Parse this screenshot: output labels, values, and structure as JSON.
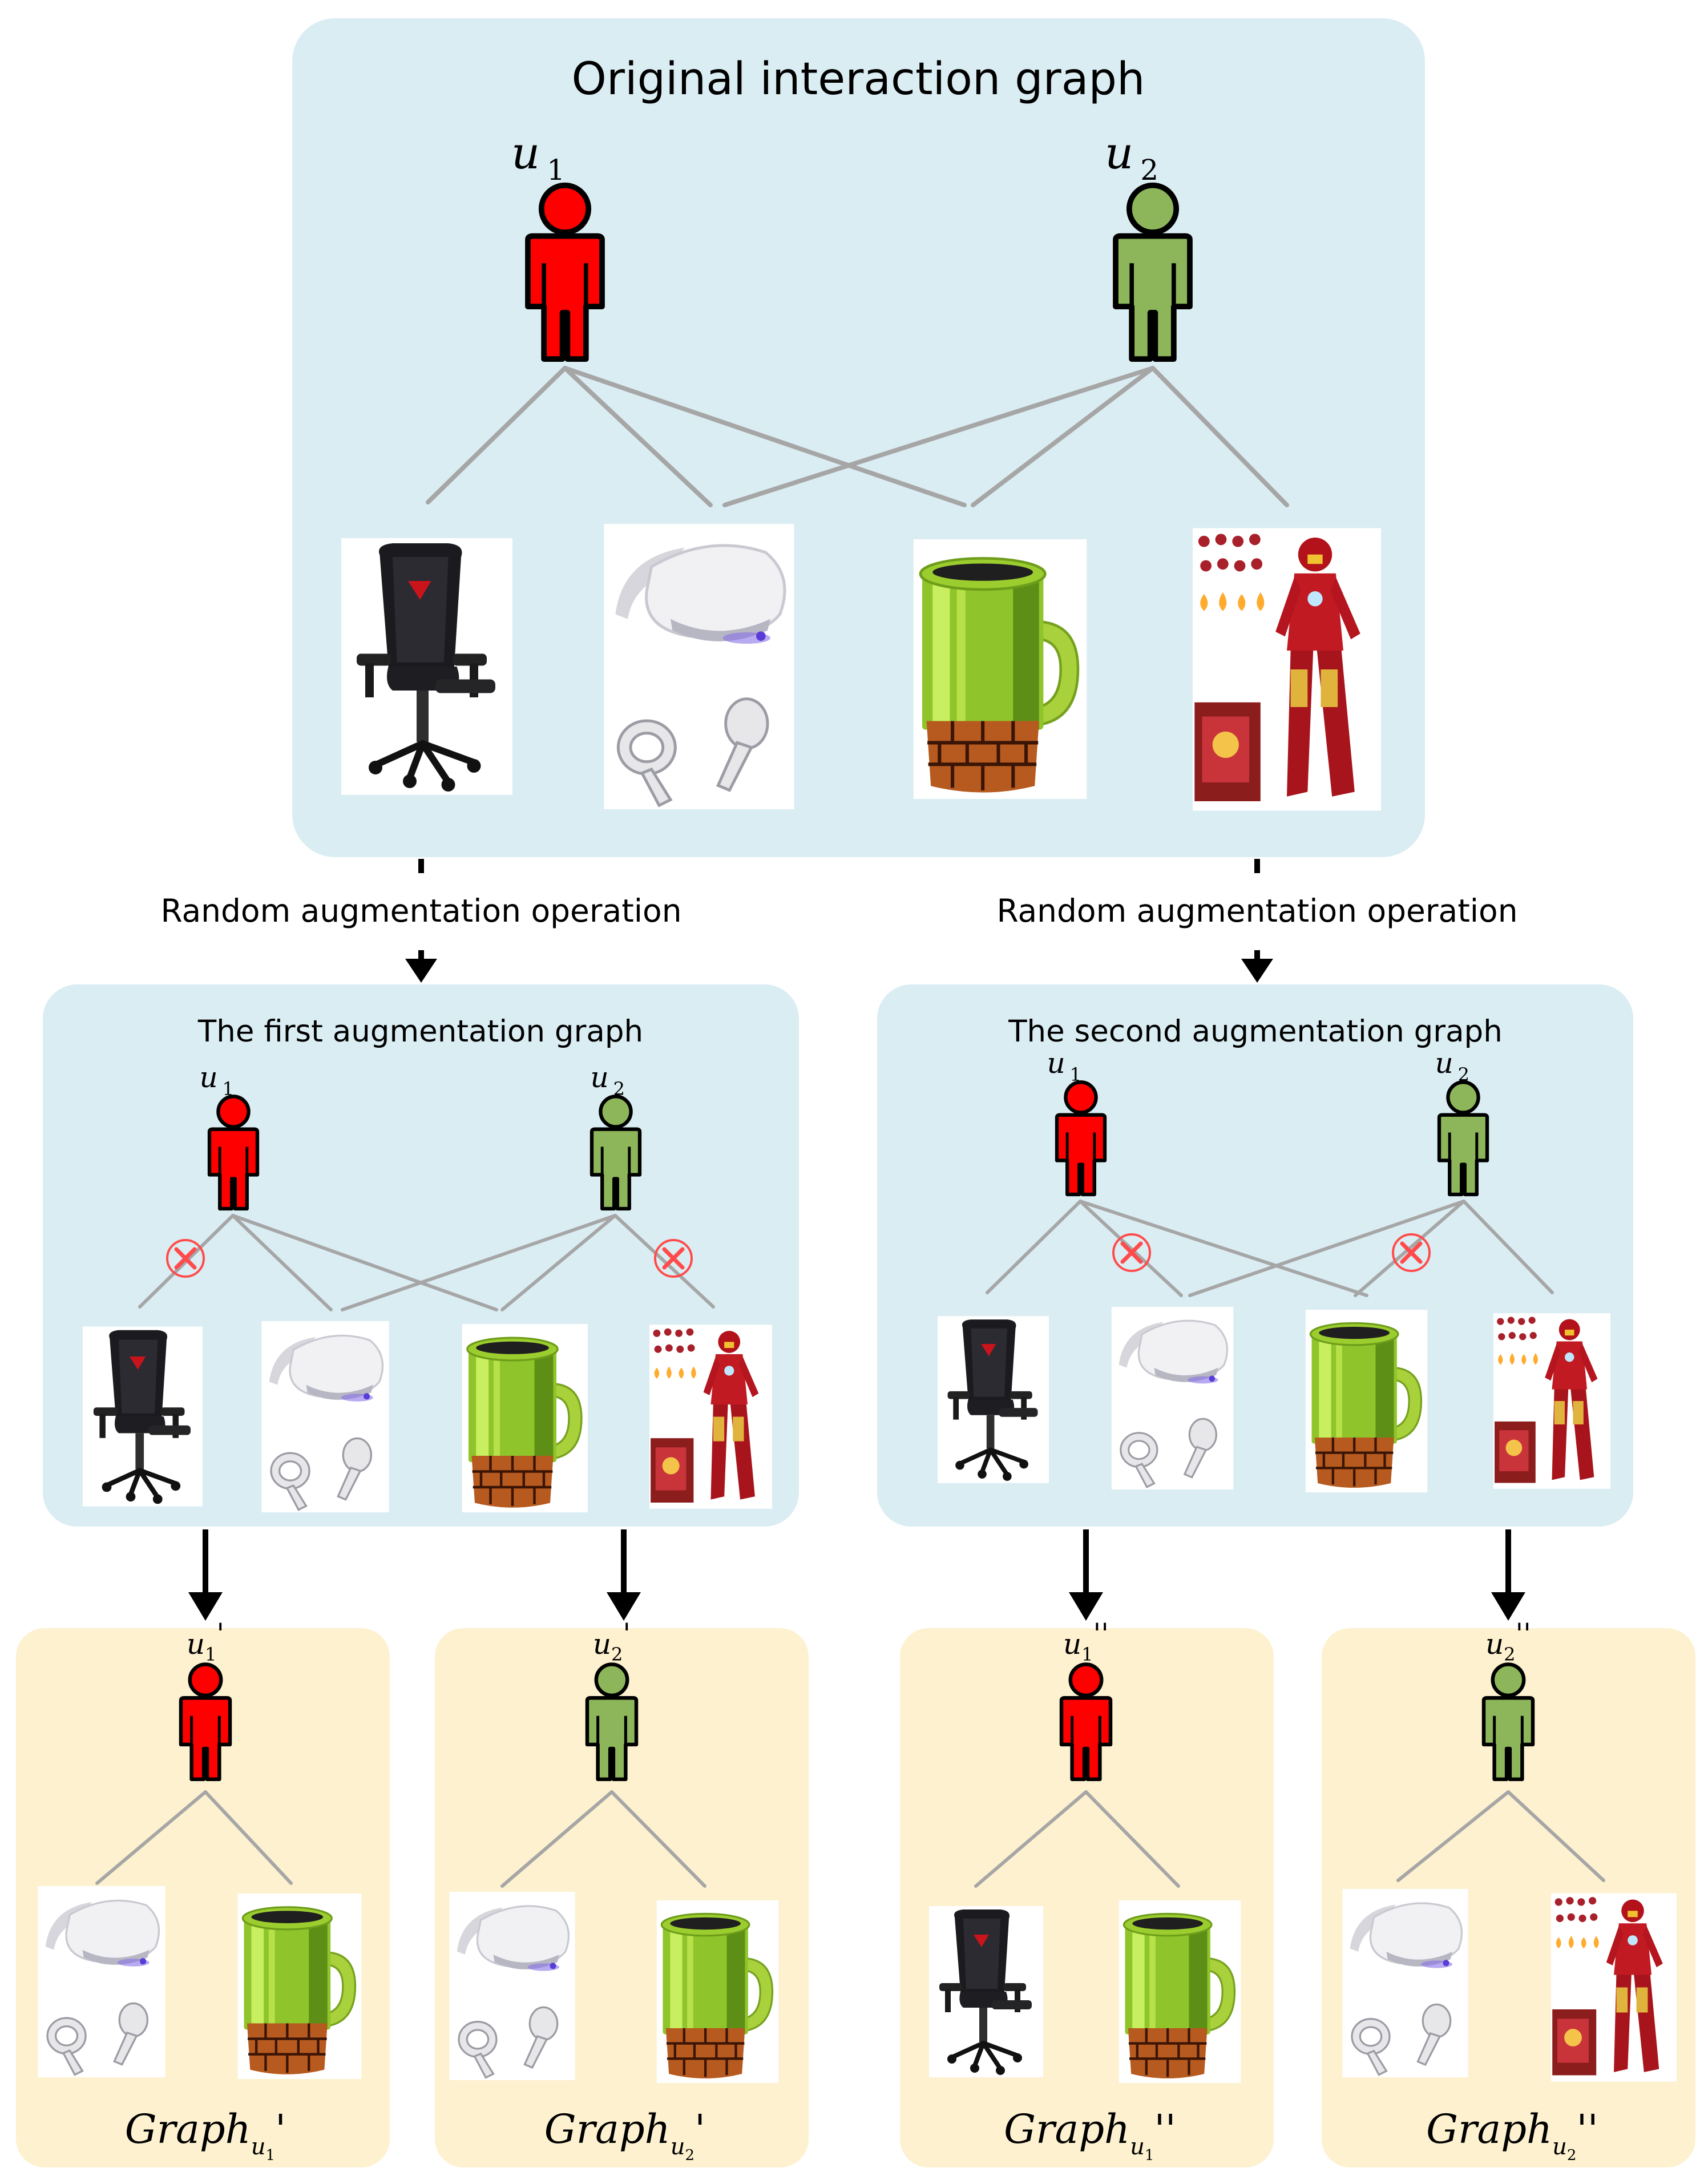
{
  "original": {
    "title": "Original interaction graph",
    "users": [
      {
        "var": "u",
        "sub": "1"
      },
      {
        "var": "u",
        "sub": "2"
      }
    ]
  },
  "operation_label_left": "Random augmentation operation",
  "operation_label_right": "Random augmentation operation",
  "aug1": {
    "title": "The first augmentation graph",
    "users": [
      {
        "var": "u",
        "sub": "1"
      },
      {
        "var": "u",
        "sub": "2"
      }
    ]
  },
  "aug2": {
    "title": "The second augmentation graph",
    "users": [
      {
        "var": "u",
        "sub": "1"
      },
      {
        "var": "u",
        "sub": "2"
      }
    ]
  },
  "subgraphs": [
    {
      "user_var": "u",
      "user_sub": "1",
      "user_mark": "'",
      "graph_word": "Graph",
      "graph_sub_var": "u",
      "graph_sub_num": "1",
      "graph_mark": "'"
    },
    {
      "user_var": "u",
      "user_sub": "2",
      "user_mark": "'",
      "graph_word": "Graph",
      "graph_sub_var": "u",
      "graph_sub_num": "2",
      "graph_mark": "'"
    },
    {
      "user_var": "u",
      "user_sub": "1",
      "user_mark": "''",
      "graph_word": "Graph",
      "graph_sub_var": "u",
      "graph_sub_num": "1",
      "graph_mark": "''"
    },
    {
      "user_var": "u",
      "user_sub": "2",
      "user_mark": "''",
      "graph_word": "Graph",
      "graph_sub_var": "u",
      "graph_sub_num": "2",
      "graph_mark": "''"
    }
  ],
  "colors": {
    "blue_panel": "#daedf3",
    "yellow_panel": "#fdf1cf",
    "user1": "#ff0000",
    "user2": "#8db65a",
    "edge": "#a6a6a6",
    "removed_mark": "#ff4b4b"
  },
  "items": [
    "gaming-chair",
    "vr-headset",
    "pipe-mug",
    "ironman-figure"
  ]
}
